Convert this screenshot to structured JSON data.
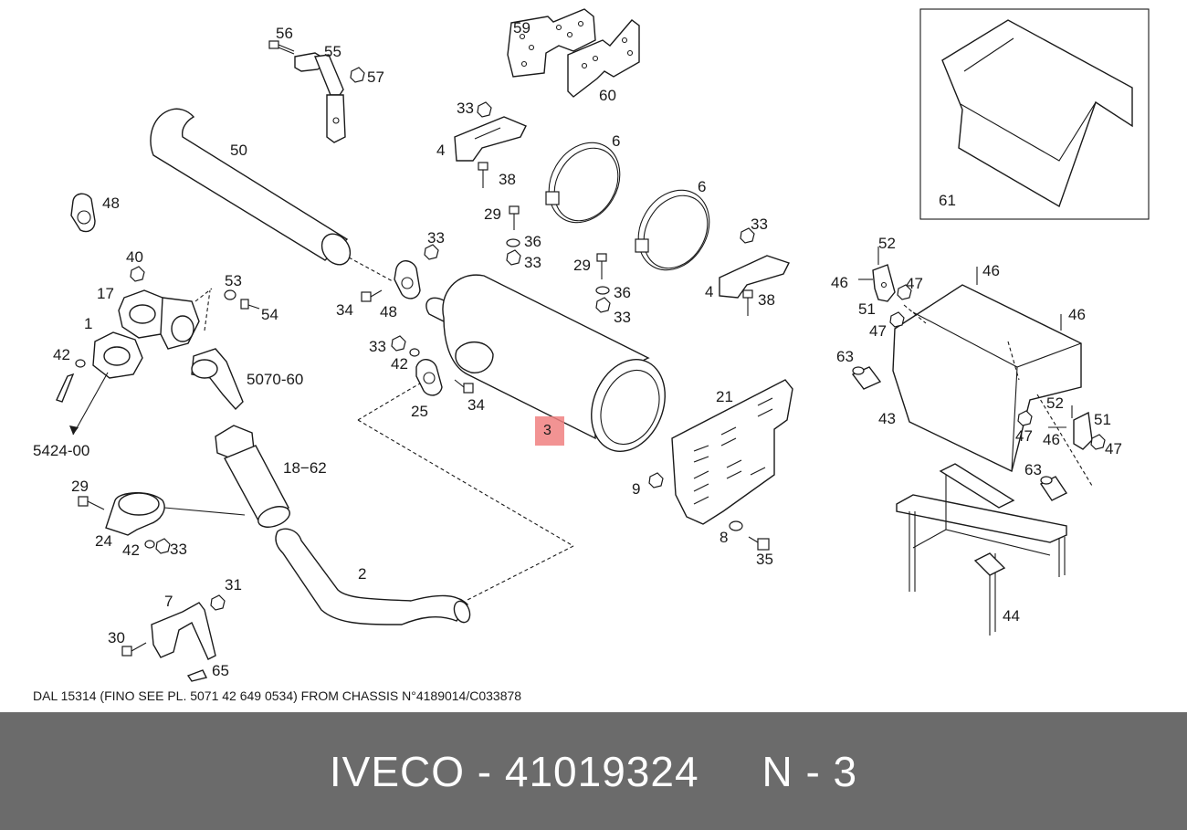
{
  "diagram": {
    "callouts": {
      "c56": "56",
      "c55": "55",
      "c57": "57",
      "c59": "59",
      "c60": "60",
      "c50": "50",
      "c48a": "48",
      "c48b": "48",
      "c40": "40",
      "c17": "17",
      "c53": "53",
      "c54": "54",
      "c1": "1",
      "c42a": "42",
      "c5070": "5070-60",
      "c5424": "5424-00",
      "c18": "18−62",
      "c29a": "29",
      "c24": "24",
      "c42b": "42",
      "c33a": "33",
      "c2": "2",
      "c7": "7",
      "c31": "31",
      "c30": "30",
      "c65": "65",
      "c33b": "33",
      "c4a": "4",
      "c38a": "38",
      "c6a": "6",
      "c6b": "6",
      "c29b": "29",
      "c36a": "36",
      "c33c": "33",
      "c29c": "29",
      "c36b": "36",
      "c33d": "33",
      "c33e": "33",
      "c4b": "4",
      "c38b": "38",
      "c33f": "33",
      "c34a": "34",
      "c34b": "34",
      "c33g": "33",
      "c42c": "42",
      "c25": "25",
      "c3": "3",
      "c21": "21",
      "c9": "9",
      "c8": "8",
      "c35": "35",
      "c61": "61",
      "c52a": "52",
      "c46a": "46",
      "c47a": "47",
      "c46b": "46",
      "c51a": "51",
      "c46c": "46",
      "c47b": "47",
      "c63a": "63",
      "c43": "43",
      "c52b": "52",
      "c51b": "51",
      "c47c": "47",
      "c46d": "46",
      "c47d": "47",
      "c63b": "63",
      "c44": "44"
    },
    "highlight_color": "#f08080",
    "caption": "DAL 15314 (FINO SEE PL. 5071 42 649 0534) FROM CHASSIS N°4189014/C033878"
  },
  "footer": {
    "text": "IVECO - 41019324     N - 3",
    "background": "#6b6b6b"
  }
}
